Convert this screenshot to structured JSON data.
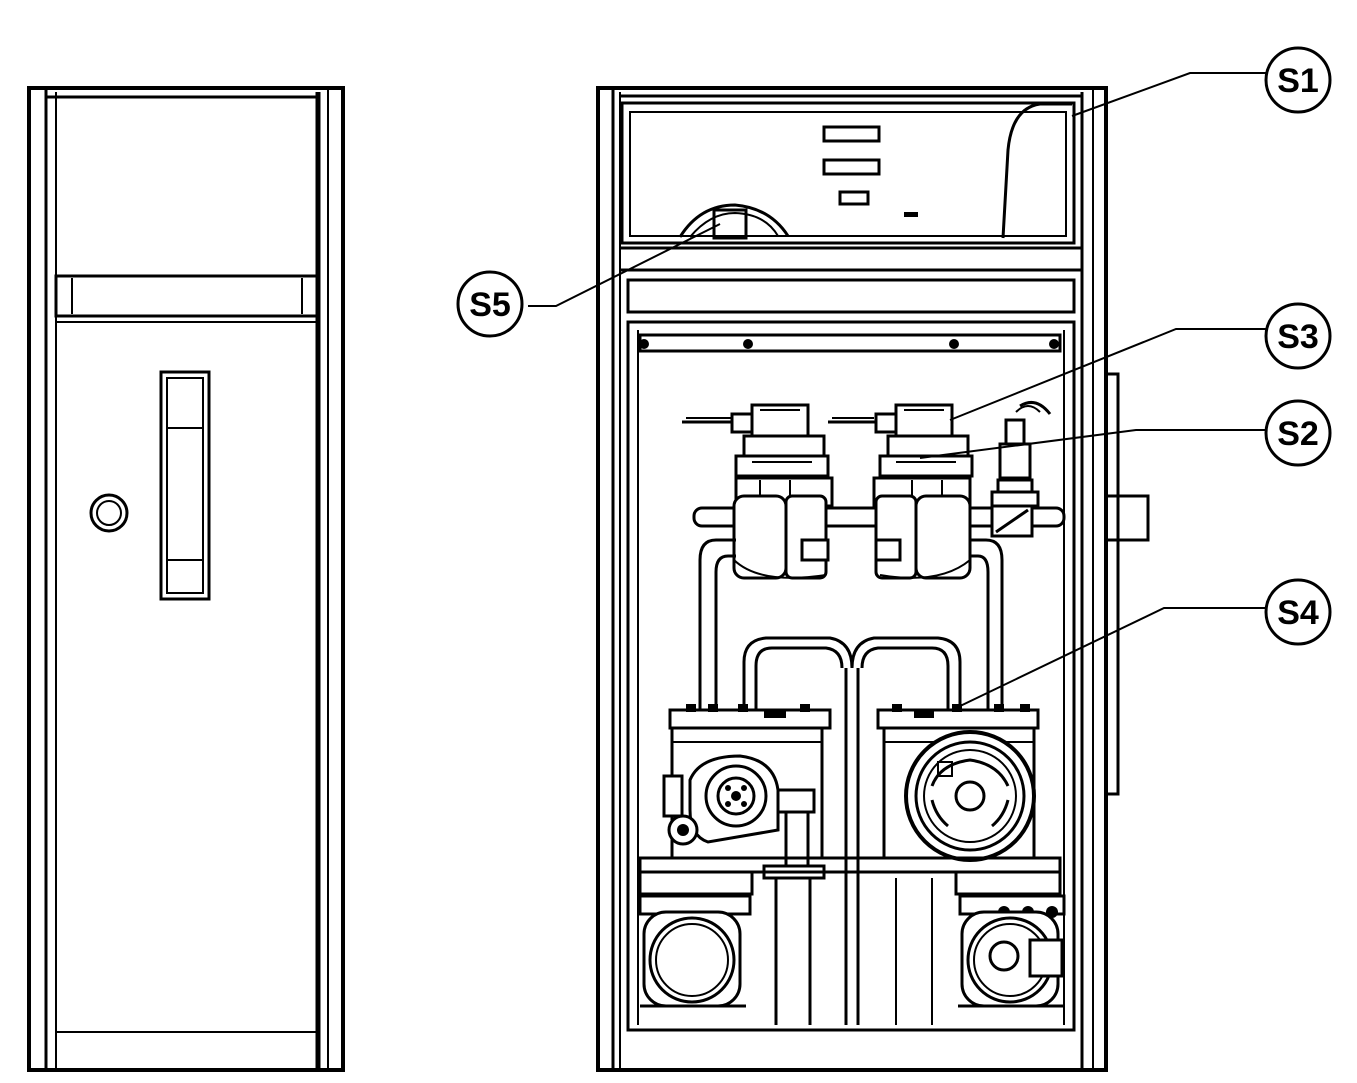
{
  "callouts": [
    {
      "id": "s1",
      "label": "S1"
    },
    {
      "id": "s2",
      "label": "S2"
    },
    {
      "id": "s3",
      "label": "S3"
    },
    {
      "id": "s4",
      "label": "S4"
    },
    {
      "id": "s5",
      "label": "S5"
    }
  ]
}
